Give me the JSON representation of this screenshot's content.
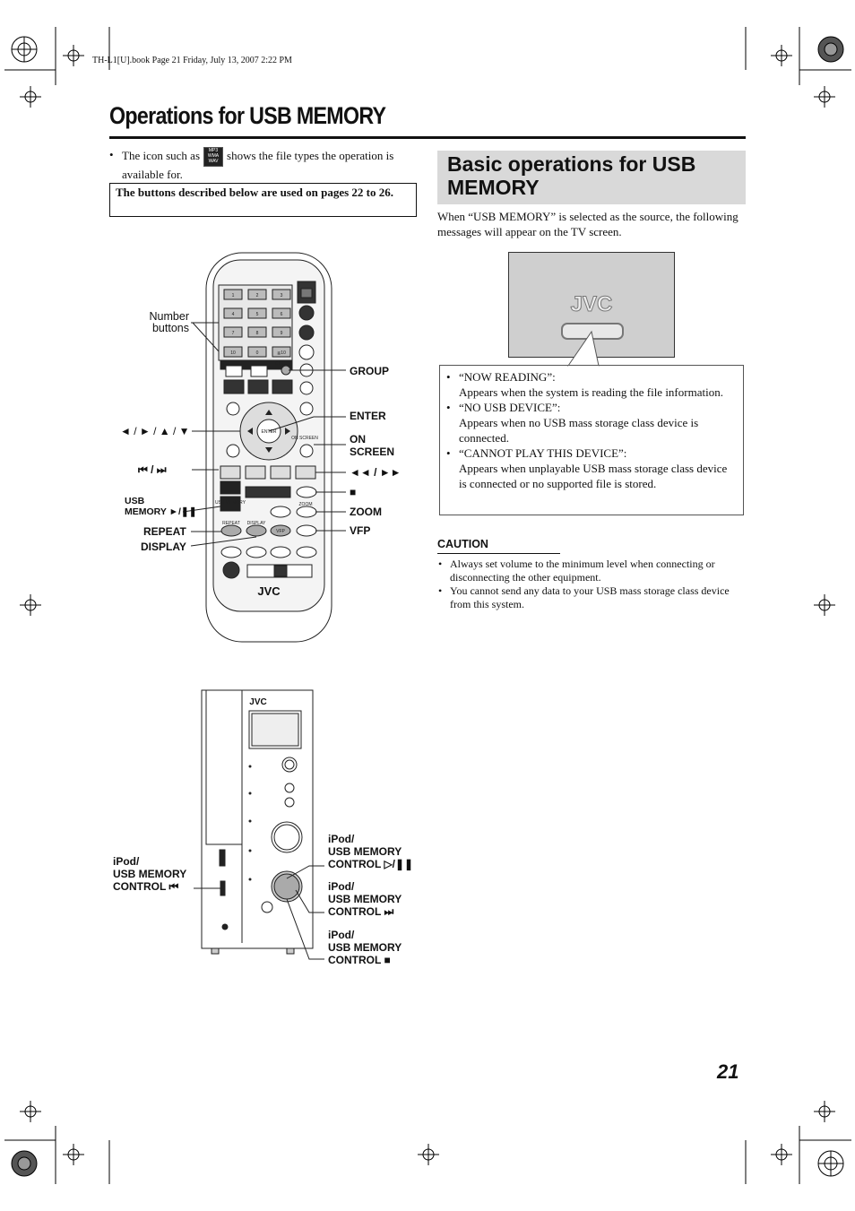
{
  "header_note": "TH-L1[U].book  Page 21  Friday, July 13, 2007  2:22 PM",
  "page_title": "Operations for USB MEMORY",
  "icon_note": {
    "before": "The icon such as",
    "after": "shows the file types the operation is available for.",
    "icon_text": [
      "MP3",
      "WMA",
      "WAV"
    ]
  },
  "buttons_box": "The buttons described below are used on pages 22 to 26.",
  "remote": {
    "keypad": [
      "1",
      "2",
      "3",
      "4",
      "5",
      "6",
      "7",
      "8",
      "9",
      "10",
      "0",
      "≧10"
    ],
    "small_labels": {
      "group": "GROUP",
      "enter": "ENTER",
      "on_screen": "ON SCREEN",
      "usb_memory": "USB MEMORY",
      "zoom": "ZOOM",
      "repeat": "REPEAT",
      "display": "DISPLAY",
      "vfp": "VFP"
    },
    "brand": "JVC",
    "labels": {
      "number_buttons": [
        "Number",
        "buttons"
      ],
      "group": "GROUP",
      "enter": "ENTER",
      "cursor": "◄ / ► / ▲ / ▼",
      "on_screen": [
        "ON",
        "SCREEN"
      ],
      "skip": "⏮ / ⏭",
      "rew_ff": "◄◄ / ►►",
      "stop": "■",
      "usb_memory": [
        "USB",
        "MEMORY ►/❚❚"
      ],
      "zoom": "ZOOM",
      "repeat": "REPEAT",
      "vfp": "VFP",
      "display": "DISPLAY"
    }
  },
  "unit": {
    "brand": "JVC",
    "labels": {
      "left_control": [
        "iPod/",
        "USB MEMORY",
        "CONTROL ⏮"
      ],
      "play_control": [
        "iPod/",
        "USB MEMORY",
        "CONTROL ▷/❚❚"
      ],
      "next_control": [
        "iPod/",
        "USB MEMORY",
        "CONTROL ⏭"
      ],
      "stop_control": [
        "iPod/",
        "USB MEMORY",
        "CONTROL ■"
      ]
    }
  },
  "section_heading": "Basic operations for USB MEMORY",
  "intro": "When “USB MEMORY” is selected as the source, the following messages will appear on the TV screen.",
  "tv": {
    "brand": "JVC"
  },
  "messages": [
    {
      "title": "“NOW READING”:",
      "desc": "Appears when the system is reading the file information."
    },
    {
      "title": "“NO USB DEVICE”:",
      "desc": "Appears when no USB mass storage class device is connected."
    },
    {
      "title": "“CANNOT PLAY THIS DEVICE”:",
      "desc": "Appears when unplayable USB mass storage class device is connected or no supported file is stored."
    }
  ],
  "caution": {
    "title": "CAUTION",
    "items": [
      "Always set volume to the minimum level when connecting or disconnecting the other equipment.",
      "You cannot send any data to your USB mass storage class device from this system."
    ]
  },
  "page_number": "21"
}
